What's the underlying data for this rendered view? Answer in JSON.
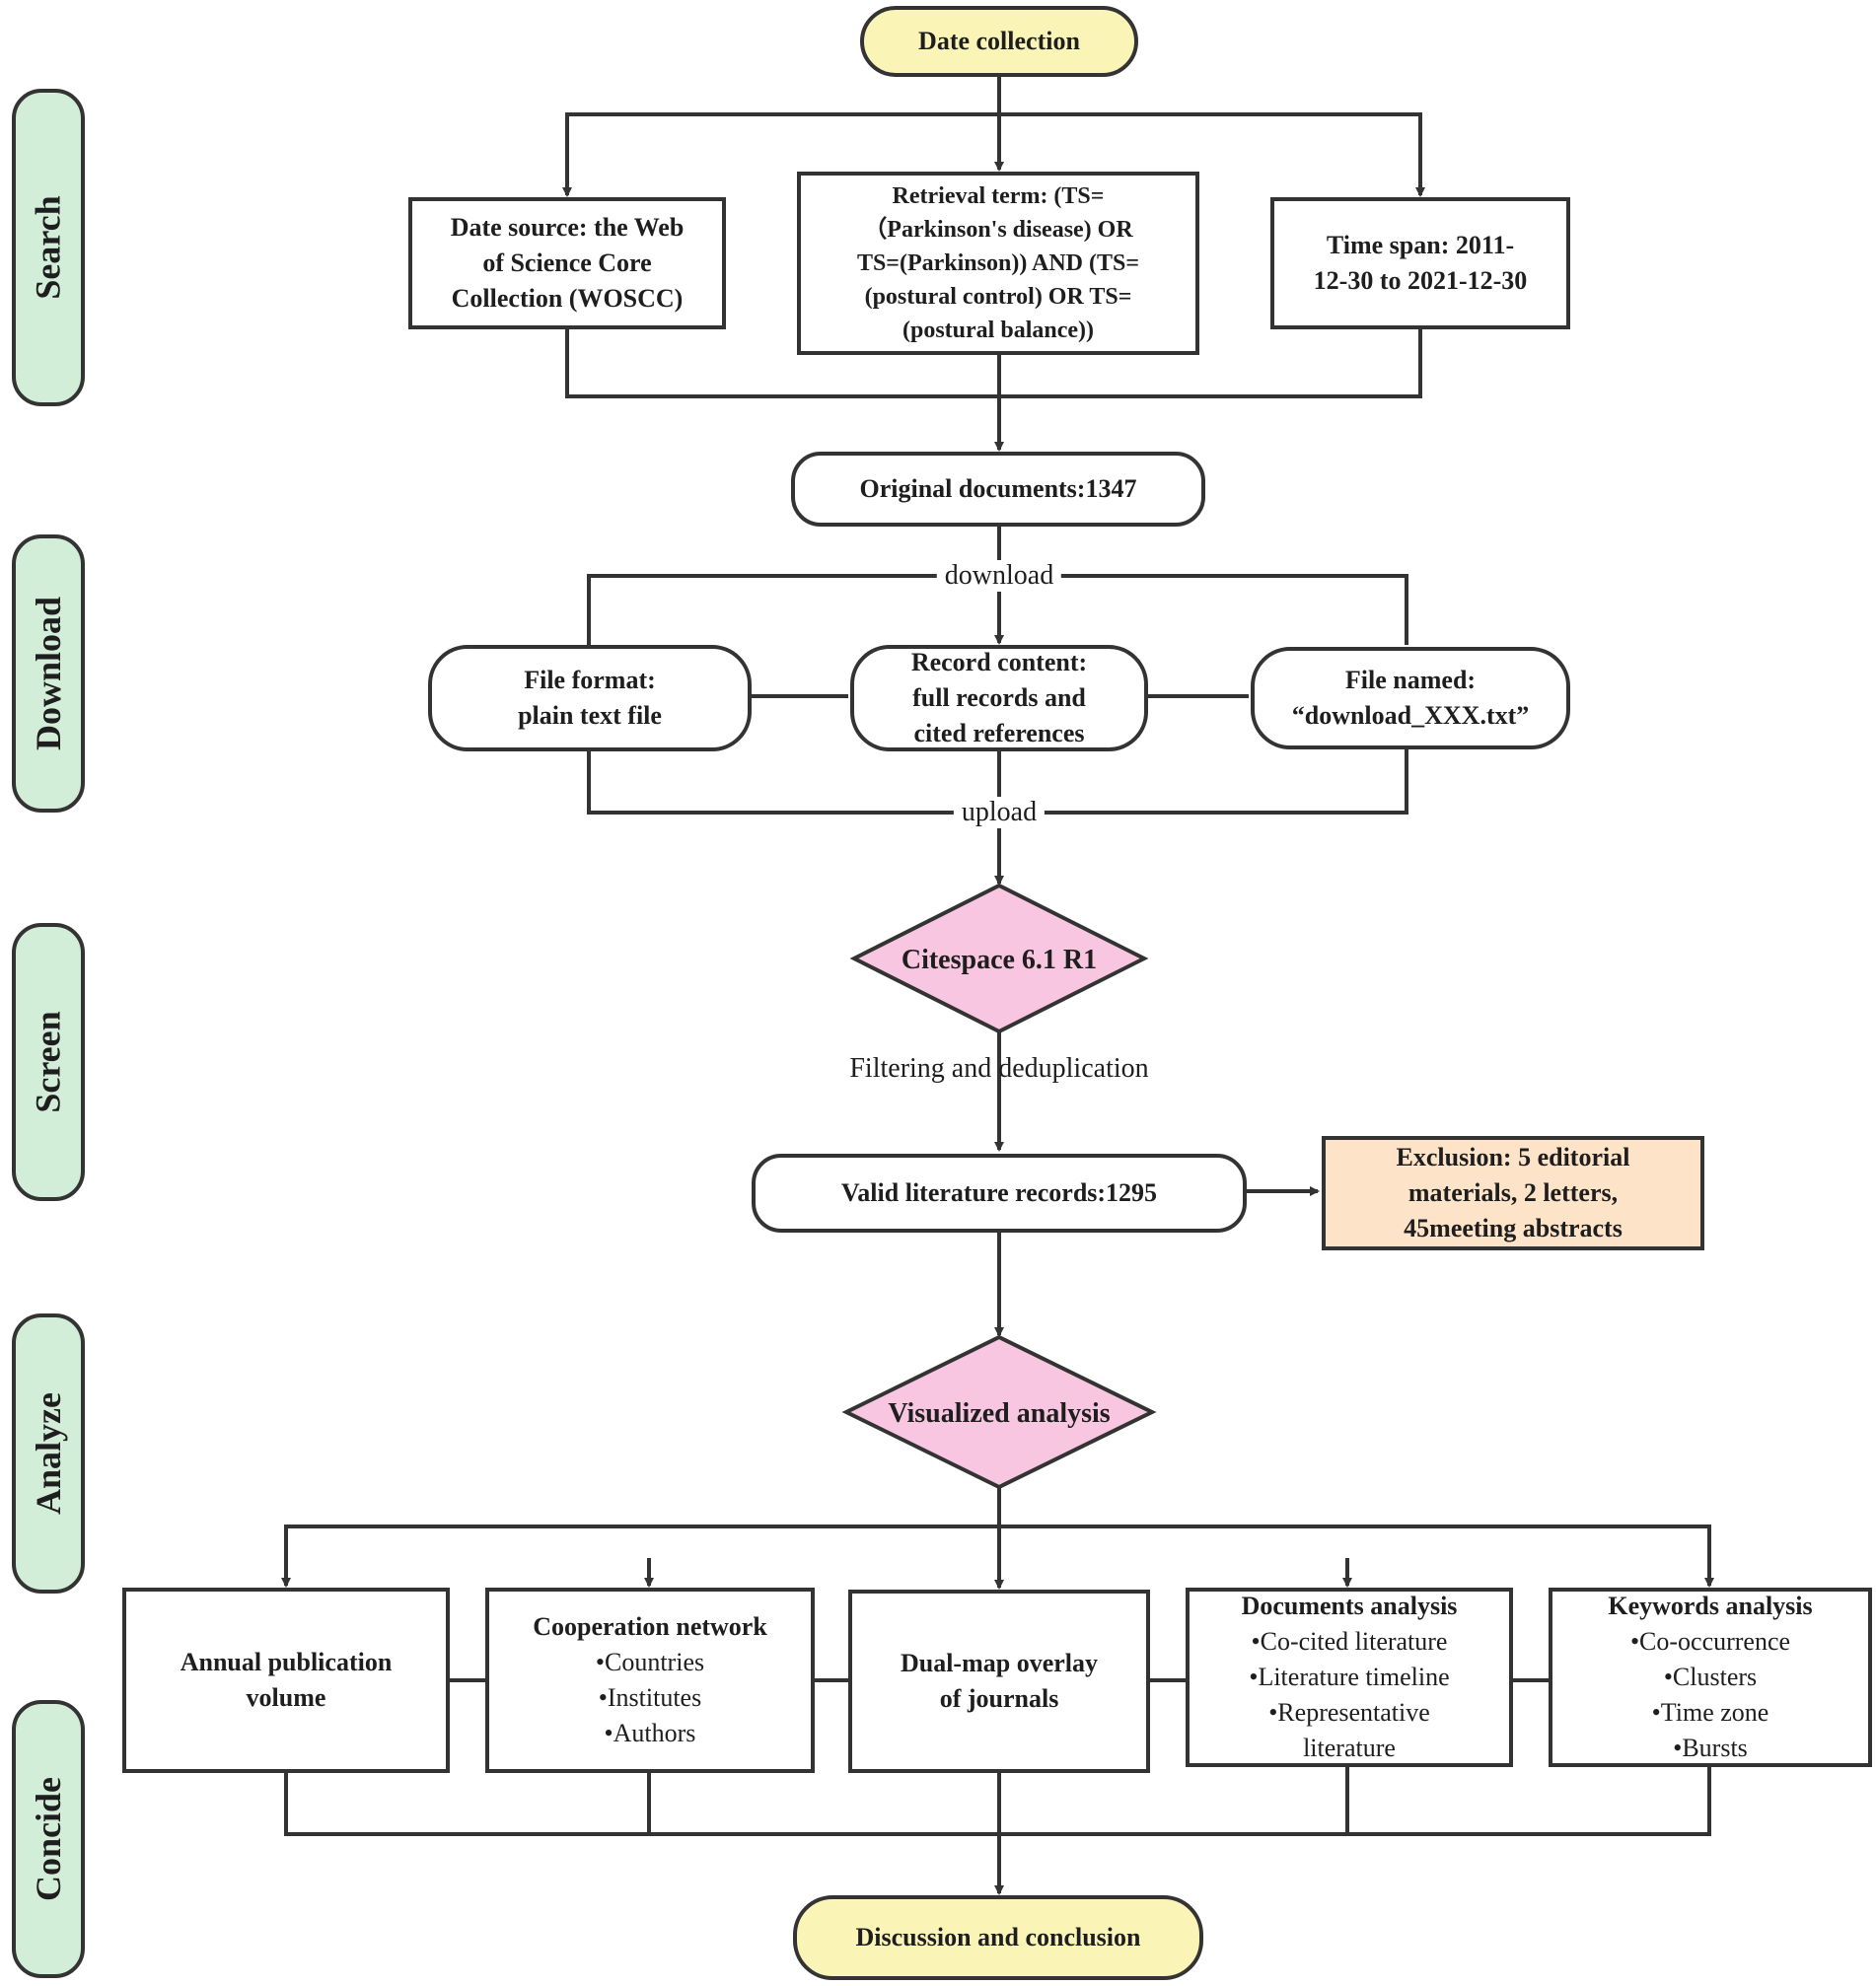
{
  "stages": [
    "Search",
    "Download",
    "Screen",
    "Analyze",
    "Concide"
  ],
  "start": "Date collection",
  "search": {
    "source": [
      "Date source: the Web",
      "of Science Core",
      "Collection (WOSCC)"
    ],
    "term": [
      "Retrieval term: (TS=",
      "（Parkinson's disease) OR",
      "TS=(Parkinson)) AND (TS=",
      "(postural control) OR TS=",
      "(postural balance))"
    ],
    "span": [
      "Time span: 2011-",
      "12-30 to 2021-12-30"
    ]
  },
  "original": "Original documents:1347",
  "download_label": "download",
  "download": {
    "format": [
      "File format:",
      "plain text file"
    ],
    "content": [
      "Record content:",
      "full records and",
      "cited references"
    ],
    "named": [
      "File named:",
      "“download_XXX.txt”"
    ]
  },
  "upload_label": "upload",
  "citespace": "Citespace 6.1 R1",
  "filter_label": "Filtering and deduplication",
  "valid": "Valid literature records:1295",
  "exclusion": [
    "Exclusion: 5 editorial",
    "materials, 2 letters,",
    "45meeting abstracts"
  ],
  "visualized": "Visualized analysis",
  "analysis": {
    "annual": [
      "Annual publication",
      "volume"
    ],
    "cooperation": {
      "title": "Cooperation network",
      "items": [
        "•Countries",
        "•Institutes",
        "•Authors"
      ]
    },
    "dualmap": [
      "Dual-map overlay",
      "of journals"
    ],
    "documents": {
      "title": "Documents analysis",
      "items": [
        "•Co-cited literature",
        "•Literature timeline",
        "•Representative",
        "literature"
      ]
    },
    "keywords": {
      "title": "Keywords analysis",
      "items": [
        "•Co-occurrence",
        "•Clusters",
        "•Time zone",
        "•Bursts"
      ]
    }
  },
  "end": "Discussion and conclusion",
  "colors": {
    "line": "#333333",
    "stage_fill": "#d3eed8",
    "start_end_fill": "#fbf4b7",
    "diamond_fill": "#f8c6e0",
    "exclusion_fill": "#fde3c8"
  }
}
